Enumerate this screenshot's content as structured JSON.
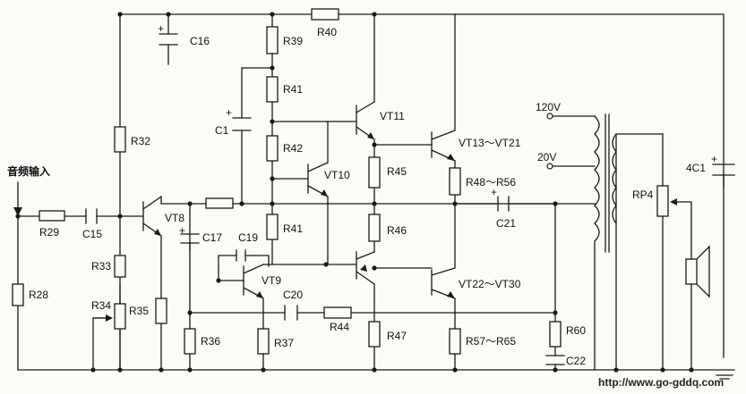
{
  "labels": {
    "input": "音频输入",
    "R28": "R28",
    "R29": "R29",
    "C15": "C15",
    "R32": "R32",
    "VT8": "VT8",
    "R33": "R33",
    "R34": "R34",
    "R35": "R35",
    "R36": "R36",
    "C16": "C16",
    "C17": "C17",
    "C19": "C19",
    "VT9": "VT9",
    "C20": "C20",
    "R44": "R44",
    "R37": "R37",
    "R39": "R39",
    "R40": "R40",
    "R41a": "R41",
    "R41b": "R41",
    "R42": "R42",
    "C1": "C1",
    "VT10": "VT10",
    "VT11": "VT11",
    "R45": "R45",
    "R46": "R46",
    "R47": "R47",
    "VT13": "VT13～VT21",
    "R48": "R48～R56",
    "VT22": "VT22～VT30",
    "R57": "R57～R65",
    "C21": "C21",
    "R60": "R60",
    "C22": "C22",
    "V120": "120V",
    "V20": "20V",
    "RP4": "RP4",
    "C41": "4C1",
    "watermark": "http://www.go-gddq.com"
  }
}
